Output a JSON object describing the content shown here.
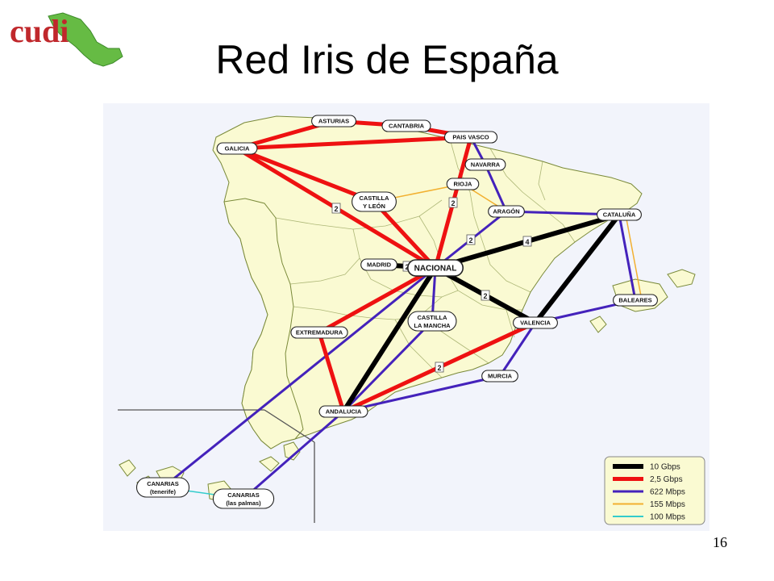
{
  "slide": {
    "title": "Red Iris de España",
    "page_number": "16",
    "logo_text": "cudi"
  },
  "colors": {
    "sea": "#f2f4fb",
    "land": "#fafad2",
    "land_border": "#7a8a3a",
    "link_10g": "#000000",
    "link_2_5g": "#ee1111",
    "link_622m": "#4422bb",
    "link_155m": "#f2b030",
    "link_100m": "#33cccc"
  },
  "nodes": [
    {
      "id": "asturias",
      "label": "ASTURIAS"
    },
    {
      "id": "cantabria",
      "label": "CANTABRIA"
    },
    {
      "id": "paisvasco",
      "label": "PAIS VASCO"
    },
    {
      "id": "galicia",
      "label": "GALICIA"
    },
    {
      "id": "navarra",
      "label": "NAVARRA"
    },
    {
      "id": "rioja",
      "label": "RIOJA"
    },
    {
      "id": "castillaleon",
      "label": "CASTILLA",
      "label2": "Y LEÓN"
    },
    {
      "id": "aragon",
      "label": "ARAGÓN"
    },
    {
      "id": "cataluna",
      "label": "CATALUÑA"
    },
    {
      "id": "madrid",
      "label": "MADRID"
    },
    {
      "id": "nacional",
      "label": "NACIONAL"
    },
    {
      "id": "baleares",
      "label": "BALEARES"
    },
    {
      "id": "castillamancha",
      "label": "CASTILLA",
      "label2": "LA MANCHA"
    },
    {
      "id": "extremadura",
      "label": "EXTREMADURA"
    },
    {
      "id": "valencia",
      "label": "VALENCIA"
    },
    {
      "id": "murcia",
      "label": "MURCIA"
    },
    {
      "id": "andalucia",
      "label": "ANDALUCIA"
    },
    {
      "id": "canariasten",
      "label": "CANARIAS",
      "label2": "(tenerife)"
    },
    {
      "id": "canariaslp",
      "label": "CANARIAS",
      "label2": "(las palmas)"
    }
  ],
  "links": [
    {
      "from": "galicia",
      "to": "asturias",
      "speed": "2.5g"
    },
    {
      "from": "asturias",
      "to": "cantabria",
      "speed": "2.5g"
    },
    {
      "from": "cantabria",
      "to": "paisvasco",
      "speed": "2.5g"
    },
    {
      "from": "galicia",
      "to": "paisvasco",
      "speed": "2.5g"
    },
    {
      "from": "galicia",
      "to": "castillaleon",
      "speed": "2.5g"
    },
    {
      "from": "galicia",
      "to": "nacional",
      "speed": "2.5g",
      "badge": "2"
    },
    {
      "from": "castillaleon",
      "to": "nacional",
      "speed": "2.5g"
    },
    {
      "from": "paisvasco",
      "to": "nacional",
      "speed": "2.5g",
      "badge": "2"
    },
    {
      "from": "nacional",
      "to": "extremadura",
      "speed": "2.5g"
    },
    {
      "from": "extremadura",
      "to": "andalucia",
      "speed": "2.5g"
    },
    {
      "from": "andalucia",
      "to": "valencia",
      "speed": "2.5g",
      "badge": "2"
    },
    {
      "from": "madrid",
      "to": "nacional",
      "speed": "10g",
      "badge": "2"
    },
    {
      "from": "nacional",
      "to": "cataluna",
      "speed": "10g",
      "badge": "4"
    },
    {
      "from": "nacional",
      "to": "valencia",
      "speed": "10g",
      "badge": "2"
    },
    {
      "from": "cataluna",
      "to": "valencia",
      "speed": "10g"
    },
    {
      "from": "nacional",
      "to": "andalucia",
      "speed": "10g"
    },
    {
      "from": "paisvasco",
      "to": "navarra",
      "speed": "622m"
    },
    {
      "from": "navarra",
      "to": "aragon",
      "speed": "622m"
    },
    {
      "from": "aragon",
      "to": "cataluna",
      "speed": "622m"
    },
    {
      "from": "aragon",
      "to": "nacional",
      "speed": "622m",
      "badge": "2"
    },
    {
      "from": "cataluna",
      "to": "baleares",
      "speed": "622m"
    },
    {
      "from": "baleares",
      "to": "valencia",
      "speed": "622m"
    },
    {
      "from": "valencia",
      "to": "murcia",
      "speed": "622m"
    },
    {
      "from": "murcia",
      "to": "andalucia",
      "speed": "622m"
    },
    {
      "from": "castillamancha",
      "to": "andalucia",
      "speed": "622m"
    },
    {
      "from": "nacional",
      "to": "castillamancha",
      "speed": "622m"
    },
    {
      "from": "nacional",
      "to": "canariasten",
      "speed": "622m"
    },
    {
      "from": "andalucia",
      "to": "canariaslp",
      "speed": "622m"
    },
    {
      "from": "castillaleon",
      "to": "rioja",
      "speed": "155m"
    },
    {
      "from": "rioja",
      "to": "aragon",
      "speed": "155m"
    },
    {
      "from": "cataluna",
      "to": "baleares",
      "speed": "155m"
    },
    {
      "from": "canariasten",
      "to": "canariaslp",
      "speed": "100m"
    }
  ],
  "legend": [
    {
      "speed": "10g",
      "label": "10 Gbps"
    },
    {
      "speed": "2.5g",
      "label": "2,5 Gbps"
    },
    {
      "speed": "622m",
      "label": "622 Mbps"
    },
    {
      "speed": "155m",
      "label": "155 Mbps"
    },
    {
      "speed": "100m",
      "label": "100 Mbps"
    }
  ]
}
